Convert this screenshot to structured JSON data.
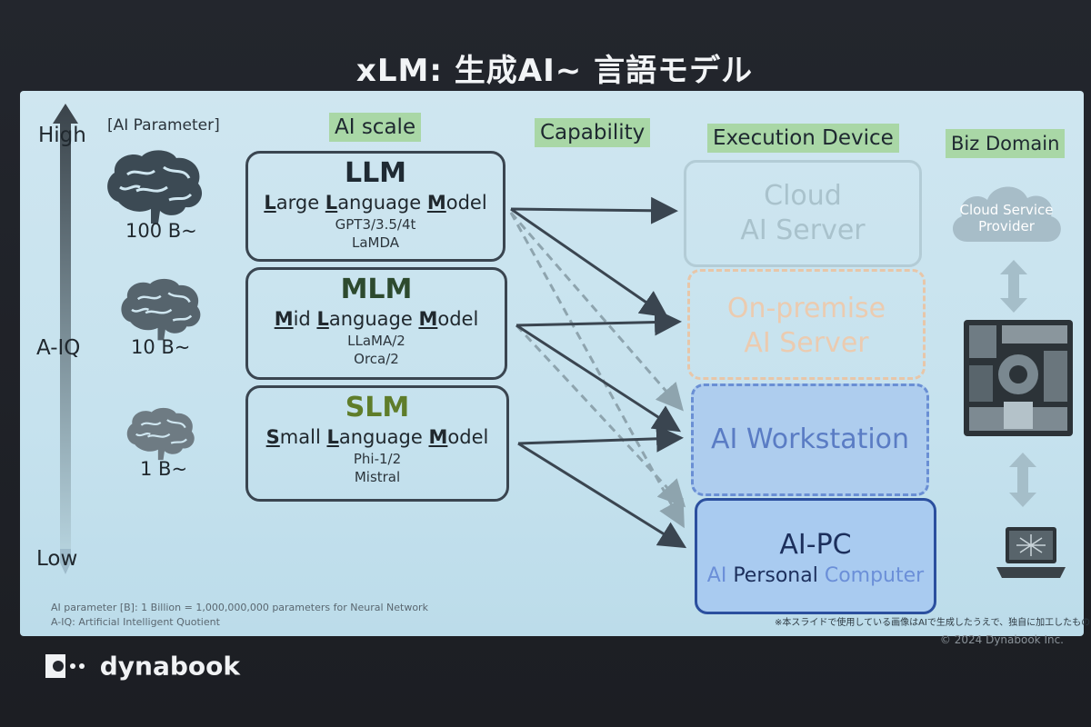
{
  "title": "xLM: 生成AI~ 言語モデル",
  "headers": {
    "ai_parameter": "[AI Parameter]",
    "ai_scale": "AI scale",
    "capability": "Capability",
    "execution_device": "Execution Device",
    "biz_domain": "Biz Domain"
  },
  "axis": {
    "high": "High",
    "mid": "A-IQ",
    "low": "Low"
  },
  "params": [
    "100 B~",
    "10 B~",
    "1 B~"
  ],
  "models": [
    {
      "abbr": "LLM",
      "f1": "L",
      "w1": "arge ",
      "f2": "L",
      "w2": "anguage ",
      "f3": "M",
      "w3": "odel",
      "ex1": "GPT3/3.5/4t",
      "ex2": "LaMDA",
      "color": "#1f2a33"
    },
    {
      "abbr": "MLM",
      "f1": "M",
      "w1": "id ",
      "f2": "L",
      "w2": "anguage ",
      "f3": "M",
      "w3": "odel",
      "ex1": "LLaMA/2",
      "ex2": "Orca/2",
      "color": "#2d4a2e"
    },
    {
      "abbr": "SLM",
      "f1": "S",
      "w1": "mall ",
      "f2": "L",
      "w2": "anguage ",
      "f3": "M",
      "w3": "odel",
      "ex1": "Phi-1/2",
      "ex2": "Mistral",
      "color": "#5f7d2a"
    }
  ],
  "devices": {
    "cloud": {
      "line1": "Cloud",
      "line2": "AI Server"
    },
    "onprem": {
      "line1": "On-premise",
      "line2": "AI Server"
    },
    "workstation": {
      "line1": "AI Workstation"
    },
    "aipc": {
      "line1": "AI-PC",
      "ai": "AI ",
      "personal": "Personal ",
      "computer": "Computer"
    }
  },
  "biz": {
    "cloud_line1": "Cloud Service",
    "cloud_line2": "Provider"
  },
  "footnotes": {
    "line1": "AI parameter [B]: 1 Billion = 1,000,000,000 parameters for Neural Network",
    "line2": "A-IQ: Artificial Intelligent Quotient",
    "jp_note": "※本スライドで使用している画像はAIで生成したうえで、独自に加工したものです"
  },
  "brand": "dynabook",
  "copyright": "© 2024 Dynabook Inc.",
  "colors": {
    "header_bg": "#a9d7a6",
    "panel": "#c9e4ef",
    "aipc_border": "#2b4f9e",
    "workstation_text": "#5a7cc4"
  }
}
